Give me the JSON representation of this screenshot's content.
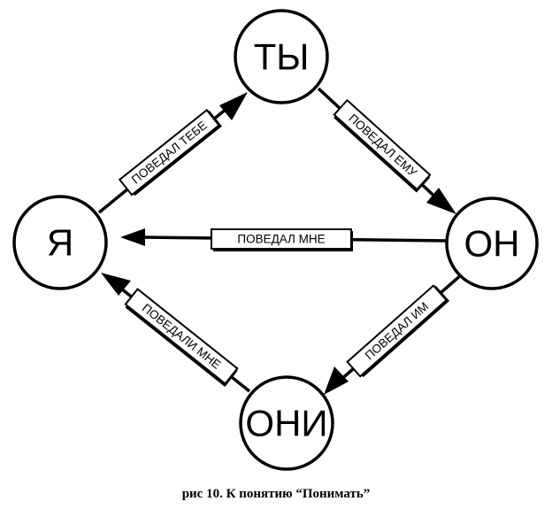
{
  "nodes": {
    "ya": "Я",
    "ty": "ТЫ",
    "on": "ОН",
    "oni": "ОНИ"
  },
  "edges": {
    "ya_ty": "ПОВЕДАЛ ТЕБЕ",
    "ty_on": "ПОВЕДАЛ ЕМУ",
    "on_ya": "ПОВЕДАЛ МНЕ",
    "on_oni": "ПОВЕДАЛ ИМ",
    "oni_ya": "ПОВЕДАЛИ МНЕ"
  },
  "caption": "рис 10. К понятию “Понимать”"
}
